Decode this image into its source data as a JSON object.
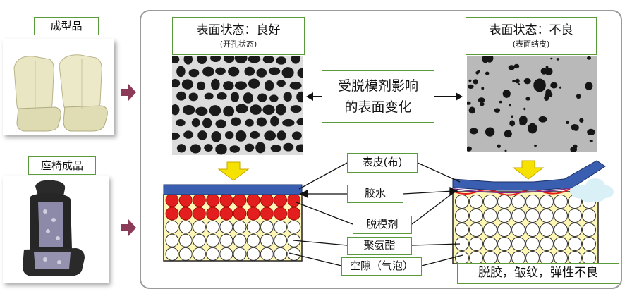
{
  "labels": {
    "molded": "成型品",
    "seat": "座椅成品",
    "good_title": "表面状态：良好",
    "good_sub": "(开孔状态)",
    "bad_title": "表面状态：不良",
    "bad_sub": "(表面结皮)",
    "center_line1": "受脱模剂影响",
    "center_line2": "的表面变化",
    "skin": "表皮(布)",
    "glue": "胶水",
    "release_agent": "脱模剂",
    "polyurethane": "聚氨酯",
    "voids": "空隙（气泡）",
    "defects": "脱胶，皱纹，弹性不良"
  },
  "colors": {
    "skin_blue": "#3a5fb0",
    "release_red": "#e31e1e",
    "foam_yellow": "#fdf6b4",
    "arrow_yellow": "#f5e200",
    "pointer_arrow": "#8c3a5a",
    "label_border": "#5a9a3a"
  }
}
